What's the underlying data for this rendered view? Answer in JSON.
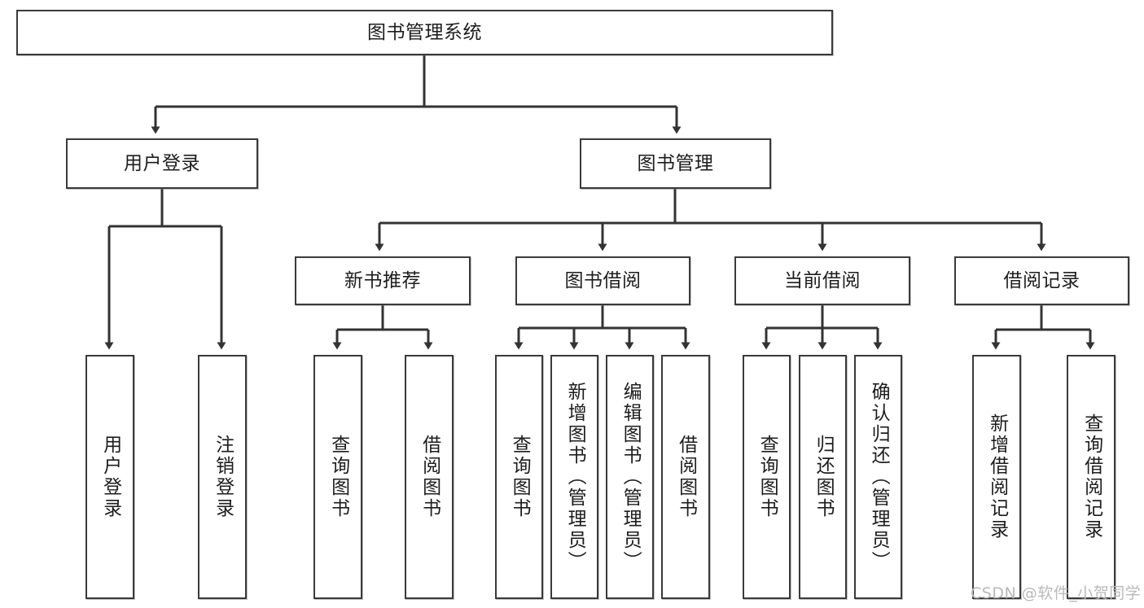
{
  "diagram": {
    "type": "tree-hierarchy",
    "title": "图书管理系统",
    "watermark": "CSDN @软件_小贺同学",
    "colors": {
      "box_border": "#3a3a3a",
      "box_fill": "#ffffff",
      "connector": "#333333",
      "text": "#1d1d1d",
      "watermark": "#b9b9b9",
      "background": "#ffffff"
    },
    "root": {
      "label": "图书管理系统"
    },
    "level2": [
      {
        "label": "用户登录"
      },
      {
        "label": "图书管理"
      }
    ],
    "level3": [
      {
        "label": "新书推荐"
      },
      {
        "label": "图书借阅"
      },
      {
        "label": "当前借阅"
      },
      {
        "label": "借阅记录"
      }
    ],
    "leaves": {
      "user_login": [
        {
          "label": "用户登录"
        },
        {
          "label": "注销登录"
        }
      ],
      "new_book_recommend": [
        {
          "label": "查询图书"
        },
        {
          "label": "借阅图书"
        }
      ],
      "book_borrow": [
        {
          "label": "查询图书"
        },
        {
          "label": "新增图书（管理员）"
        },
        {
          "label": "编辑图书（管理员）"
        },
        {
          "label": "借阅图书"
        }
      ],
      "current_borrow": [
        {
          "label": "查询图书"
        },
        {
          "label": "归还图书"
        },
        {
          "label": "确认归还（管理员）"
        }
      ],
      "borrow_record": [
        {
          "label": "新增借阅记录"
        },
        {
          "label": "查询借阅记录"
        }
      ]
    }
  }
}
